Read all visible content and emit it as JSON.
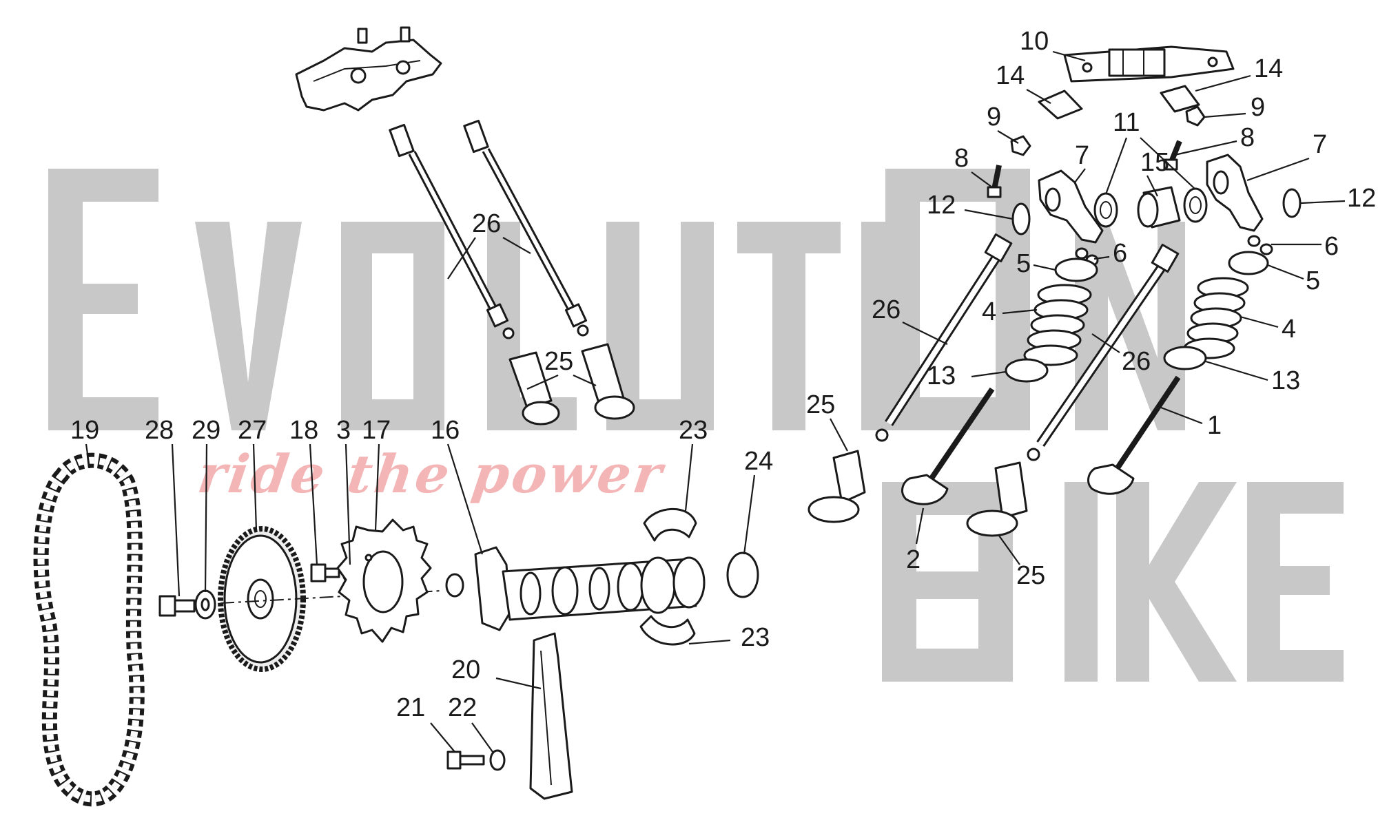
{
  "watermark": {
    "word1": "EvolutiOn",
    "word2": "Bike",
    "tagline": "ride the power",
    "color": "#c8c8c8",
    "tagline_color": "#f3b5b5"
  },
  "callouts": {
    "c1": "1",
    "c2": "2",
    "c3": "3",
    "c4a": "4",
    "c4b": "4",
    "c5a": "5",
    "c5b": "5",
    "c6a": "6",
    "c6b": "6",
    "c7a": "7",
    "c7b": "7",
    "c8a": "8",
    "c8b": "8",
    "c9a": "9",
    "c9b": "9",
    "c10": "10",
    "c11": "11",
    "c12a": "12",
    "c12b": "12",
    "c13a": "13",
    "c13b": "13",
    "c14a": "14",
    "c14b": "14",
    "c15": "15",
    "c16": "16",
    "c17": "17",
    "c18": "18",
    "c19": "19",
    "c20": "20",
    "c21": "21",
    "c22": "22",
    "c23a": "23",
    "c23b": "23",
    "c24": "24",
    "c25a": "25",
    "c25b": "25",
    "c25c": "25",
    "c26a": "26",
    "c26b": "26",
    "c26c": "26",
    "c27": "27",
    "c28": "28",
    "c29": "29"
  }
}
